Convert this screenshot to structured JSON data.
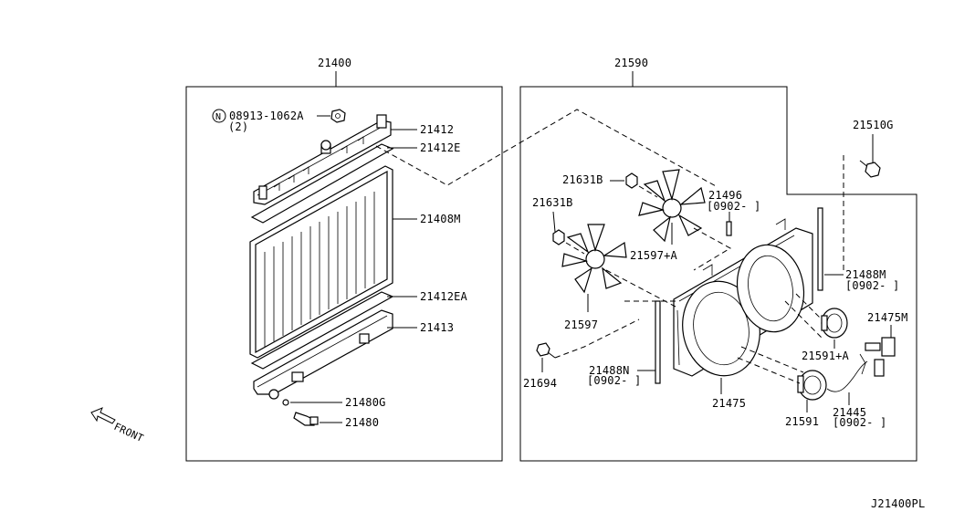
{
  "radiator_group": {
    "code": "21400",
    "labels": {
      "n_symbol": "N",
      "bolt": "08913-1062A",
      "bolt_qty": "(2)",
      "p21412": "21412",
      "p21412e": "21412E",
      "p21408m": "21408M",
      "p21412ea": "21412EA",
      "p21413": "21413",
      "p21480g": "21480G",
      "p21480": "21480"
    }
  },
  "fan_group": {
    "code": "21590",
    "labels": {
      "p21510g": "21510G",
      "p21631b_a": "21631B",
      "p21631b_b": "21631B",
      "p21496": "21496",
      "p21496_date": "[0902-   ]",
      "p21597a": "21597+A",
      "p21597": "21597",
      "p21488m": "21488M",
      "p21488m_date": "[0902-   ]",
      "p21475m": "21475M",
      "p21591a": "21591+A",
      "p21694": "21694",
      "p21488n": "21488N",
      "p21488n_date": "[0902-   ]",
      "p21475": "21475",
      "p21591": "21591",
      "p21445": "21445",
      "p21445_date": "[0902-   ]"
    }
  },
  "front_label": "FRONT",
  "diagram_id": "J21400PL"
}
